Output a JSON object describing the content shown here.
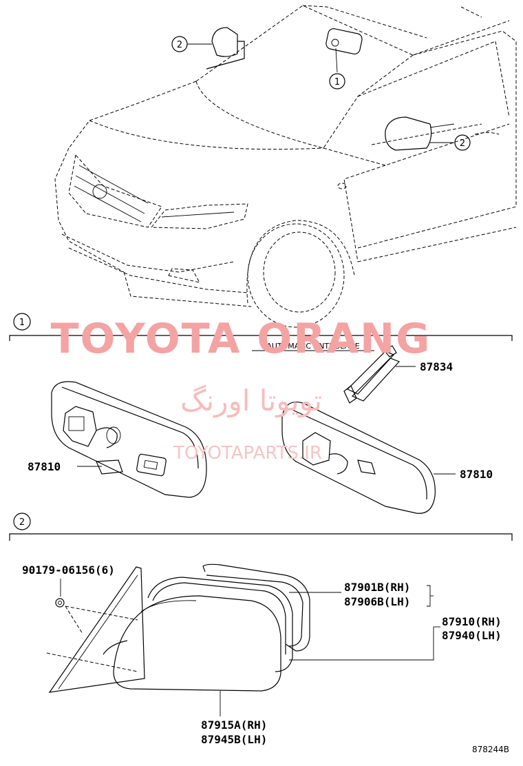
{
  "watermark": {
    "brand": "TOYOTA ORANG",
    "brand_fa": "تویوتا اورنگ",
    "site": "TOYOTAPARTS.IR",
    "color": "#f4a3a3"
  },
  "sections": [
    {
      "number": "1",
      "caption": "AUTOMATIC ANTI-GLARE"
    },
    {
      "number": "2",
      "caption": ""
    }
  ],
  "callouts": [
    "2",
    "1",
    "2"
  ],
  "parts": {
    "p87834": "87834",
    "p87810_left": "87810",
    "p87810_right": "87810",
    "bolt": "90179-06156(6)",
    "cover_rh": "87901B(RH)",
    "cover_lh": "87906B(LH)",
    "assy_rh": "87910(RH)",
    "assy_lh": "87940(LH)",
    "housing_rh": "87915A(RH)",
    "housing_lh": "87945B(LH)"
  },
  "drawing_code": "878244B"
}
